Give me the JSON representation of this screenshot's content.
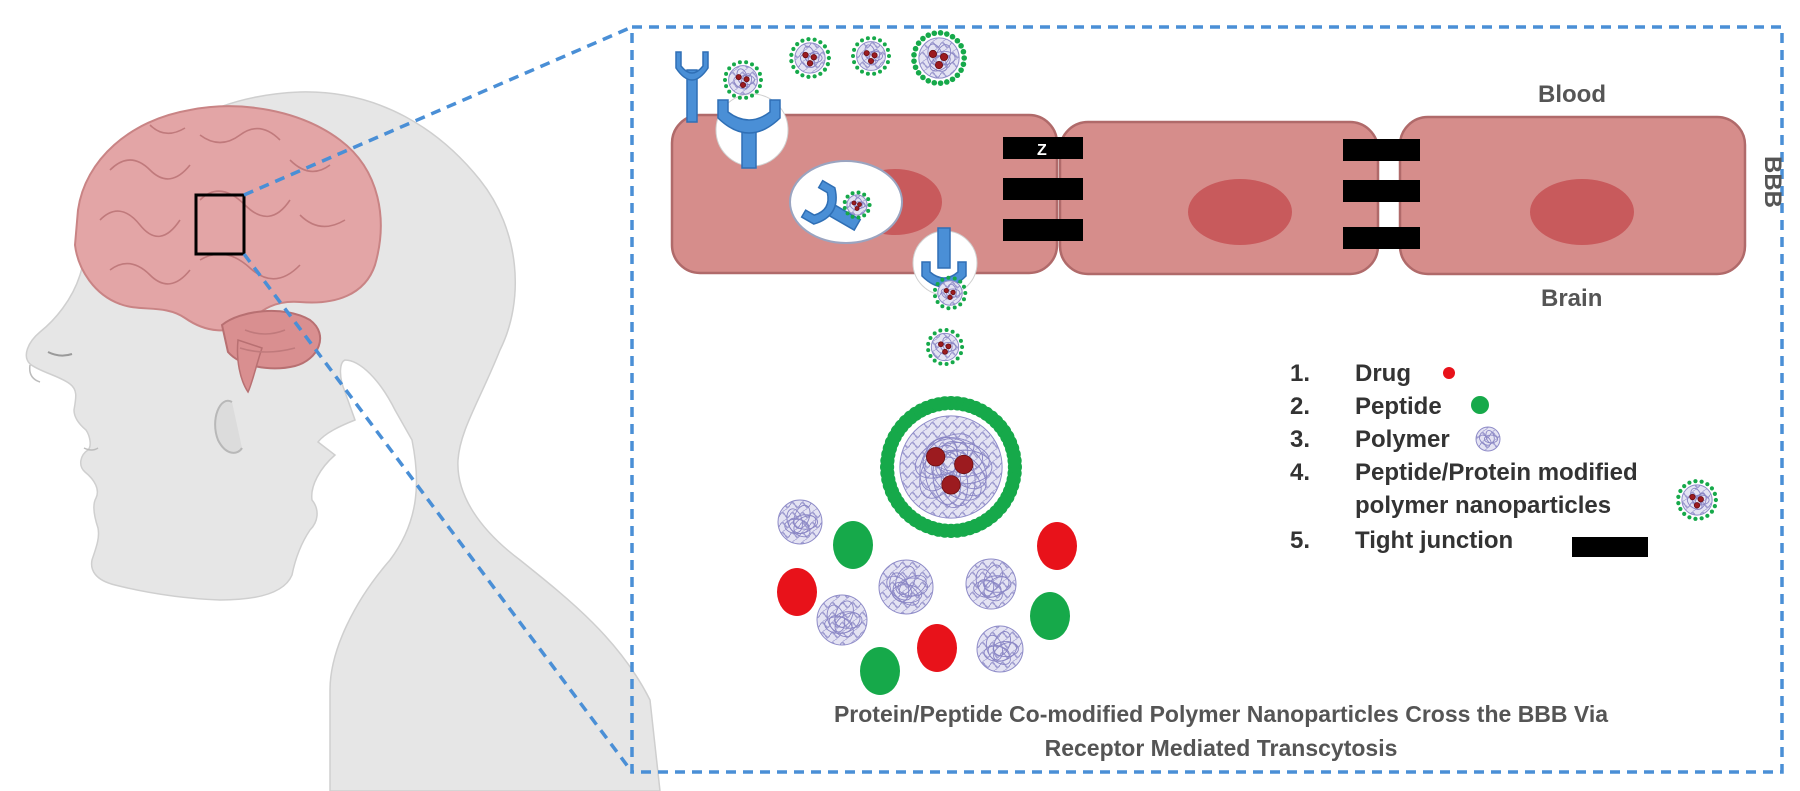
{
  "labels": {
    "blood": "Blood",
    "brain": "Brain",
    "bbb": "BBB",
    "junction_letter": "Z"
  },
  "legend": [
    {
      "num": "1.",
      "label": "Drug"
    },
    {
      "num": "2.",
      "label": "Peptide"
    },
    {
      "num": "3.",
      "label": "Polymer"
    },
    {
      "num": "4.",
      "label": "Peptide/Protein modified",
      "label2": "polymer nanoparticles"
    },
    {
      "num": "5.",
      "label": "Tight junction"
    }
  ],
  "caption": {
    "line1": "Protein/Peptide Co-modified Polymer Nanoparticles Cross the BBB Via",
    "line2": "Receptor Mediated Transcytosis"
  },
  "colors": {
    "drug": "#e8121a",
    "peptide": "#16a94a",
    "polymer": "#a9a6d6",
    "cell": "#d68d8b",
    "nucleus": "#c85a5c",
    "receptor": "#4a8fd6",
    "junction": "#000000",
    "dashed": "#4a8fd6",
    "brain_tissue": "#e3a5a6",
    "head": "#e6e6e6"
  }
}
